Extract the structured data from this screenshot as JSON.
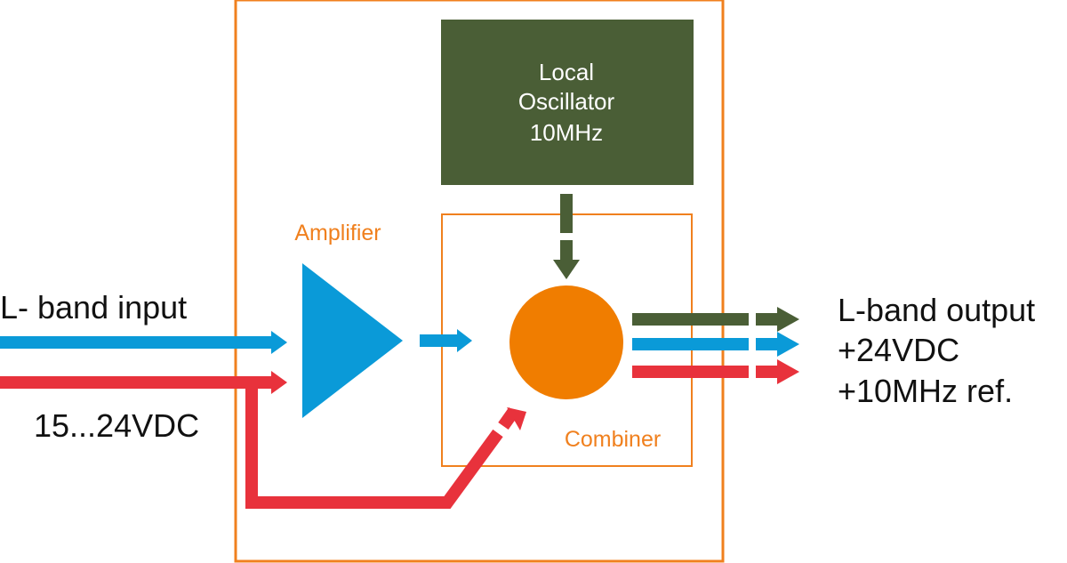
{
  "colors": {
    "frame": "#f0801e",
    "oscillator": "#4a5e36",
    "signal_blue": "#0a9ad8",
    "power_red": "#e8323c",
    "ref_green": "#4a5e36",
    "amplifier": "#0a9ad8",
    "combiner_circle": "#f07d00"
  },
  "inputs": {
    "lband_label": "L- band input",
    "power_label": "15...24VDC"
  },
  "amplifier": {
    "label": "Amplifier"
  },
  "oscillator": {
    "line1": "Local",
    "line2": "Oscillator",
    "line3": "10MHz"
  },
  "combiner": {
    "label": "Combiner"
  },
  "outputs": {
    "line1": "L-band output",
    "line2": "+24VDC",
    "line3": "+10MHz ref."
  }
}
